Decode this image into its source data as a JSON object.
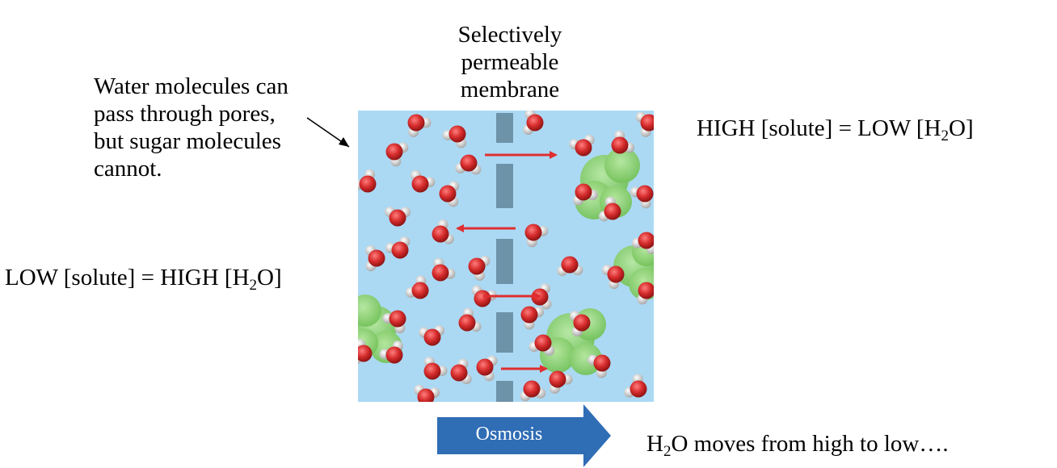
{
  "membrane_title": [
    "Selectively",
    "permeable",
    "membrane"
  ],
  "annotation": [
    "Water molecules can",
    "pass through pores,",
    "but sugar molecules",
    "cannot."
  ],
  "high_side": {
    "pre": "HIGH [solute] = LOW [H",
    "sub": "2",
    "post": "O]"
  },
  "low_side": {
    "pre": "LOW [solute] = HIGH [H",
    "sub": "2",
    "post": "O]"
  },
  "osmosis_label": "Osmosis",
  "bottom_caption": {
    "pre": "H",
    "sub": "2",
    "post": "O moves from high to low…."
  },
  "colors": {
    "solution": "#abd9f4",
    "membrane": "#6d93a8",
    "water_oxygen": "#d52b2b",
    "water_hydrogen": "#e9e9e9",
    "sugar": "#8cd16f",
    "flow_arrow": "#e02f2f",
    "osmosis_arrow": "#2f6db5"
  }
}
